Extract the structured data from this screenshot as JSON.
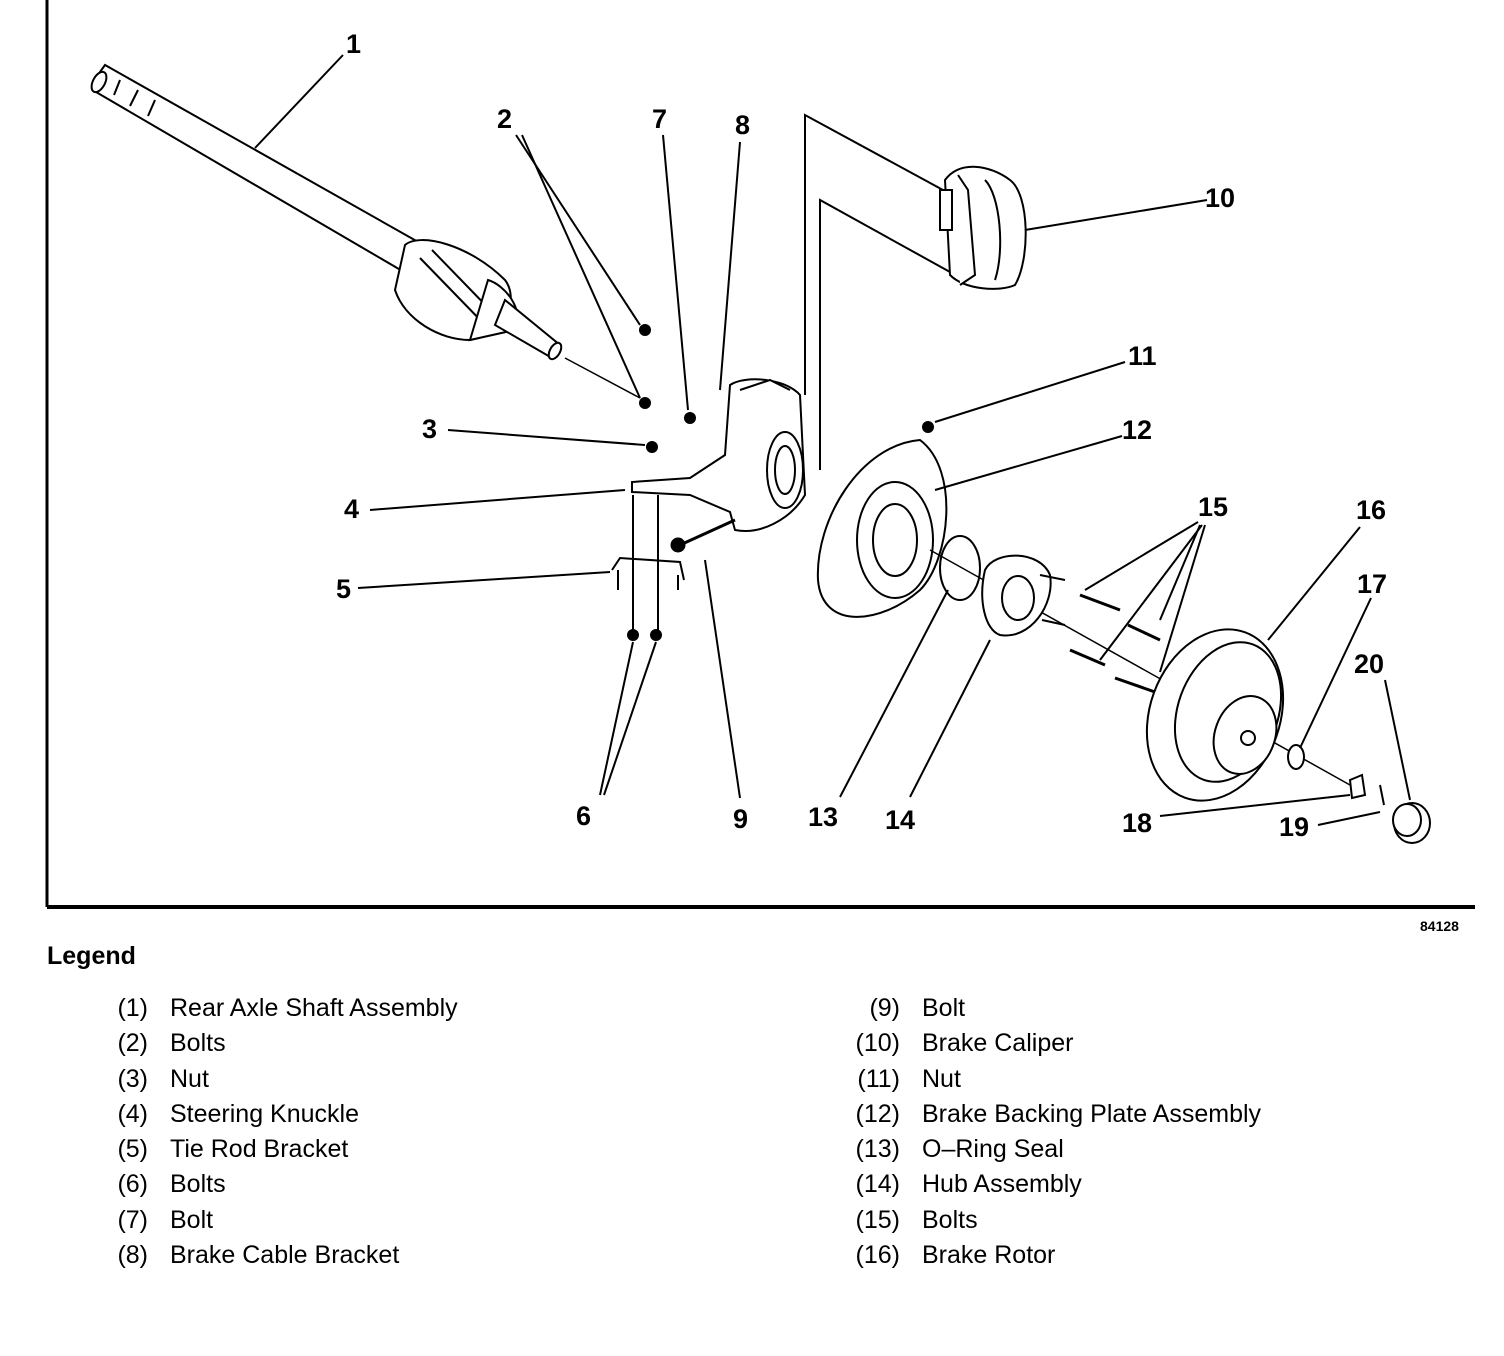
{
  "diagram": {
    "callouts": [
      "1",
      "2",
      "3",
      "4",
      "5",
      "6",
      "7",
      "8",
      "9",
      "10",
      "11",
      "12",
      "13",
      "14",
      "15",
      "16",
      "17",
      "18",
      "19",
      "20"
    ],
    "figure_id": "84128"
  },
  "legend": {
    "title": "Legend",
    "left": [
      {
        "num": "(1)",
        "label": "Rear Axle Shaft Assembly"
      },
      {
        "num": "(2)",
        "label": "Bolts"
      },
      {
        "num": "(3)",
        "label": "Nut"
      },
      {
        "num": "(4)",
        "label": "Steering Knuckle"
      },
      {
        "num": "(5)",
        "label": "Tie Rod Bracket"
      },
      {
        "num": "(6)",
        "label": "Bolts"
      },
      {
        "num": "(7)",
        "label": "Bolt"
      },
      {
        "num": "(8)",
        "label": "Brake Cable Bracket"
      }
    ],
    "right": [
      {
        "num": "(9)",
        "label": "Bolt"
      },
      {
        "num": "(10)",
        "label": "Brake Caliper"
      },
      {
        "num": "(11)",
        "label": "Nut"
      },
      {
        "num": "(12)",
        "label": "Brake Backing Plate Assembly"
      },
      {
        "num": "(13)",
        "label": "O–Ring Seal"
      },
      {
        "num": "(14)",
        "label": "Hub Assembly"
      },
      {
        "num": "(15)",
        "label": "Bolts"
      },
      {
        "num": "(16)",
        "label": "Brake Rotor"
      }
    ]
  }
}
